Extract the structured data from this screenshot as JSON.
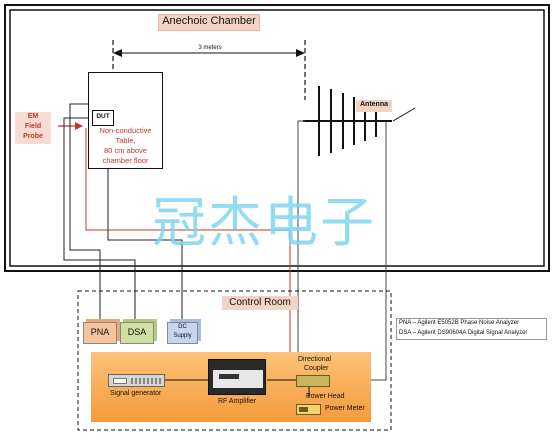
{
  "chamber": {
    "title": "Anechoic Chamber"
  },
  "distance": {
    "label": "3 meters"
  },
  "dut": {
    "label": "DUT"
  },
  "table": {
    "line1": "Non-conductive",
    "line2": "Table,",
    "line3": "80 cm above",
    "line4": "chamber floor"
  },
  "probe": {
    "line1": "EM",
    "line2": "Field",
    "line3": "Probe"
  },
  "antenna": {
    "label": "Antenna"
  },
  "watermark": {
    "text": "冠杰电子"
  },
  "control_room": {
    "title": "Control Room"
  },
  "instruments": {
    "pna": "PNA",
    "dsa": "DSA",
    "dc_line1": "DC",
    "dc_line2": "Supply",
    "signal_generator": "Signal generator",
    "rf_amplifier": "RF Amplifier",
    "coupler_line1": "Directional",
    "coupler_line2": "Coupler",
    "power_head": "Power Head",
    "power_meter": "Power Meter"
  },
  "legend": {
    "line1": "PNA – Agilent E5052B Phase Noise Analyzer",
    "line2": "DSA – Agilent DS90604A Digital Signal Analyzer"
  },
  "colors": {
    "chamber_title_bg": "#f3d3c3",
    "probe_text": "#c0392b",
    "table_text": "#c0392b",
    "red_cable": "#c0392b",
    "pna_fill": "#f5c49a",
    "dsa_fill": "#cfe0a0",
    "dc_fill": "#c7d6f0",
    "control_band": "#f9a84b",
    "watermark": "#7fd6f0"
  }
}
